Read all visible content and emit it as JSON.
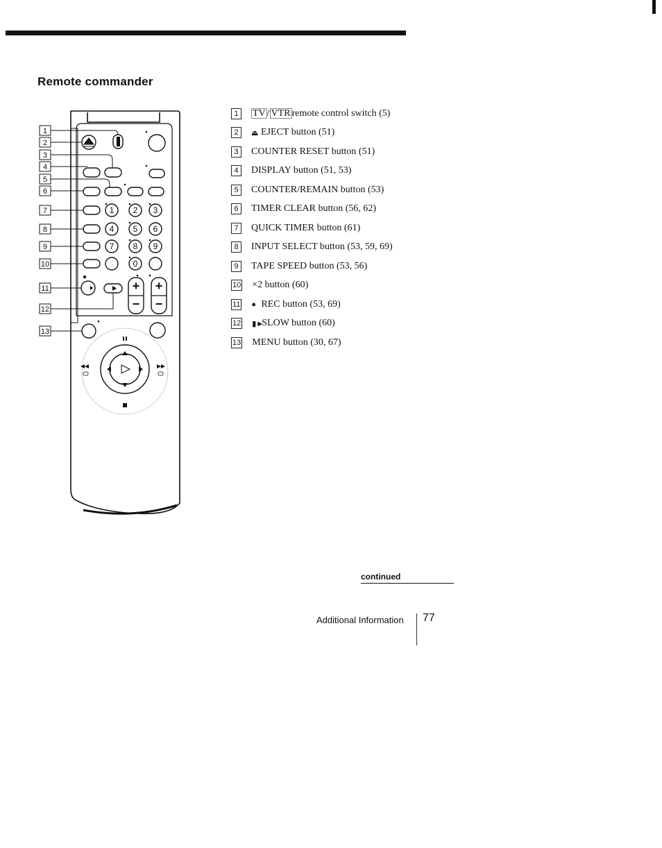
{
  "section_title": "Remote commander",
  "callout_numbers": [
    "1",
    "2",
    "3",
    "4",
    "5",
    "6",
    "7",
    "8",
    "9",
    "10",
    "11",
    "12",
    "13"
  ],
  "remote_keys": {
    "digits": [
      "1",
      "2",
      "3",
      "4",
      "5",
      "6",
      "7",
      "8",
      "9",
      "0"
    ],
    "plus": "+",
    "minus": "−"
  },
  "legend": [
    {
      "num": "1",
      "parts": {
        "tv": "TV",
        "sep": " / ",
        "vtr": "VTR",
        "rest": " remote control switch (5)"
      }
    },
    {
      "num": "2",
      "icon": "eject-icon",
      "glyph": "⏏",
      "text": "EJECT button (51)"
    },
    {
      "num": "3",
      "text": "COUNTER RESET button (51)"
    },
    {
      "num": "4",
      "text": "DISPLAY button (51, 53)"
    },
    {
      "num": "5",
      "text": "COUNTER/REMAIN button (53)"
    },
    {
      "num": "6",
      "text": "TIMER CLEAR button (56, 62)"
    },
    {
      "num": "7",
      "text": "QUICK TIMER button (61)"
    },
    {
      "num": "8",
      "text": "INPUT SELECT button (53, 59, 69)"
    },
    {
      "num": "9",
      "text": "TAPE SPEED button (53, 56)"
    },
    {
      "num": "10",
      "text": "×2 button (60)"
    },
    {
      "num": "11",
      "icon": "record-dot-icon",
      "glyph": "●",
      "text": "REC  button (53, 69)"
    },
    {
      "num": "12",
      "icon": "slow-play-icon",
      "glyph": "▮►",
      "text": "SLOW  button (60)"
    },
    {
      "num": "13",
      "text": "MENU button (30, 67)"
    }
  ],
  "continued": "continued",
  "footer": {
    "label": "Additional Information",
    "page": "77"
  }
}
